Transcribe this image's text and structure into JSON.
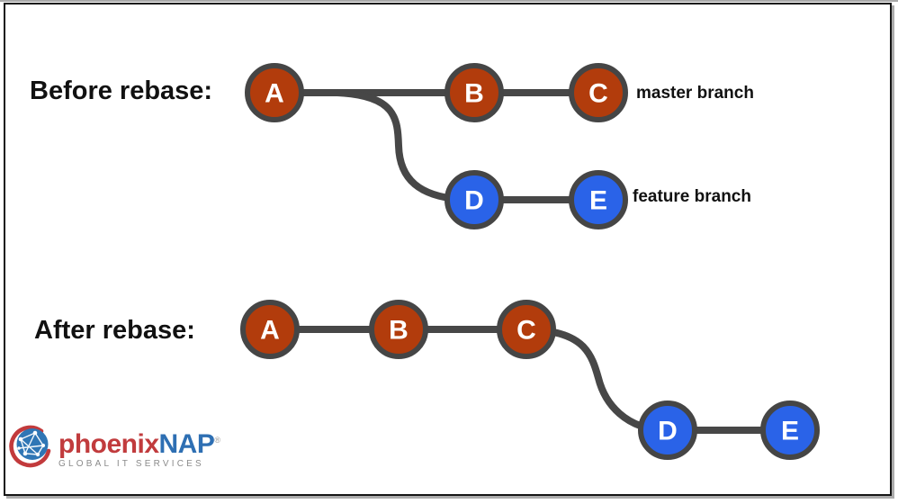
{
  "titles": {
    "before": "Before rebase:",
    "after": "After rebase:"
  },
  "branch_labels": {
    "master": "master branch",
    "feature": "feature branch"
  },
  "nodes": {
    "before_master": [
      "A",
      "B",
      "C"
    ],
    "before_feature": [
      "D",
      "E"
    ],
    "after_master": [
      "A",
      "B",
      "C"
    ],
    "after_feature": [
      "D",
      "E"
    ]
  },
  "colors": {
    "master_node": "#b23c0c",
    "feature_node": "#2a63e8",
    "edge": "#474747",
    "node_border": "#454545",
    "brand_red": "#c13b3d",
    "brand_blue": "#2e6fb3"
  },
  "logo": {
    "phoenix": "phoenix",
    "nap": "NAP",
    "mark": "®",
    "tagline": "GLOBAL IT SERVICES"
  }
}
